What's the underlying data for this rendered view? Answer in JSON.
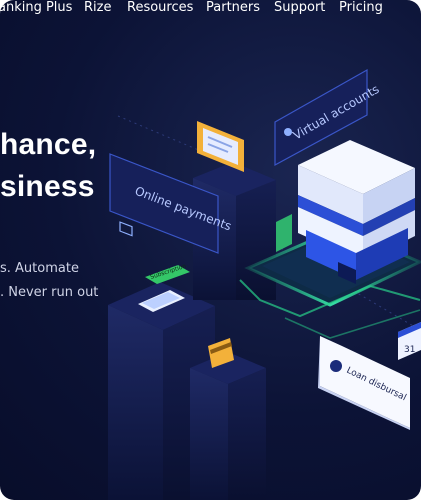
{
  "nav": {
    "items": [
      "anking Plus",
      "Rize",
      "Resources",
      "Partners",
      "Support",
      "Pricing"
    ]
  },
  "hero": {
    "title_line1": "hance,",
    "title_line2": "siness",
    "subtitle_line1": "s. Automate",
    "subtitle_line2": ". Never run out"
  },
  "illustration": {
    "virtual_accounts": "Virtual accounts",
    "online_payments": "Online payments",
    "subscription": "Subscription",
    "loan_disbursal": "Loan disbursal",
    "calendar_day": "31"
  },
  "colors": {
    "background": "#0c1336",
    "accent_green": "#28d08a",
    "card_blue": "#1d2a66",
    "server_blue": "#2c4fd6"
  }
}
